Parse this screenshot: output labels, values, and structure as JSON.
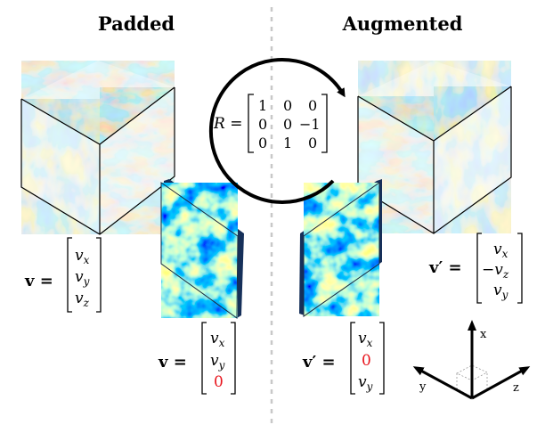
{
  "titles": {
    "left": "Padded",
    "right": "Augmented"
  },
  "rotation": {
    "lhs": "R =",
    "matrix": [
      [
        "1",
        "0",
        "0"
      ],
      [
        "0",
        "0",
        "−1"
      ],
      [
        "0",
        "1",
        "0"
      ]
    ]
  },
  "vec_left_3d": {
    "lhs": "v =",
    "comps": [
      "v",
      "v",
      "v"
    ],
    "subs": [
      "x",
      "y",
      "z"
    ],
    "neg": [
      "",
      "",
      ""
    ]
  },
  "vec_left_2d": {
    "lhs": "v =",
    "comps": [
      "v",
      "v",
      "0"
    ],
    "subs": [
      "x",
      "y",
      ""
    ],
    "neg": [
      "",
      "",
      ""
    ]
  },
  "vec_right_3d": {
    "lhs": "v′ =",
    "comps": [
      "v",
      "v",
      "v"
    ],
    "subs": [
      "x",
      "z",
      "y"
    ],
    "neg": [
      "",
      "−",
      ""
    ]
  },
  "vec_right_2d": {
    "lhs": "v′ =",
    "comps": [
      "v",
      "0",
      "v"
    ],
    "subs": [
      "x",
      "",
      "y"
    ],
    "neg": [
      "",
      "",
      ""
    ]
  },
  "axes": {
    "x": "x",
    "y": "y",
    "z": "z"
  },
  "colors": {
    "highlight": "#e8141c",
    "divider": "#c8c8c8",
    "cube_edge": "#000000"
  }
}
